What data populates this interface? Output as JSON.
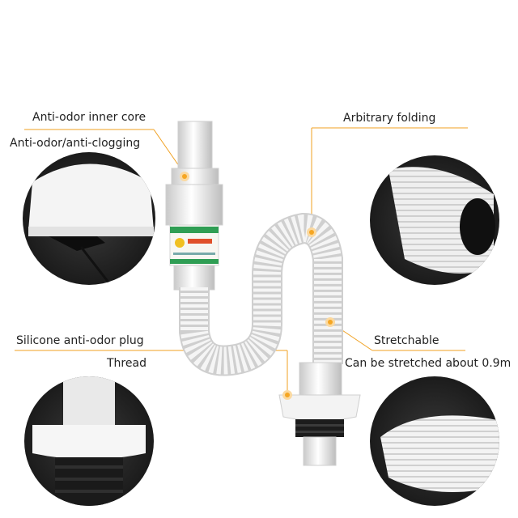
{
  "labels": {
    "inner_core": "Anti-odor inner core",
    "anti_clog": "Anti-odor/anti-clogging",
    "folding": "Arbitrary folding",
    "silicone_plug": "Silicone anti-odor plug",
    "thread": "Thread",
    "stretchable": "Stretchable",
    "stretch_length": "Can be stretched about 0.9m"
  },
  "colors": {
    "leader_line": "#f0a020",
    "marker": "#f5a623",
    "pipe": "#f2f2f2",
    "circle_bg": "#2a2a2a"
  }
}
